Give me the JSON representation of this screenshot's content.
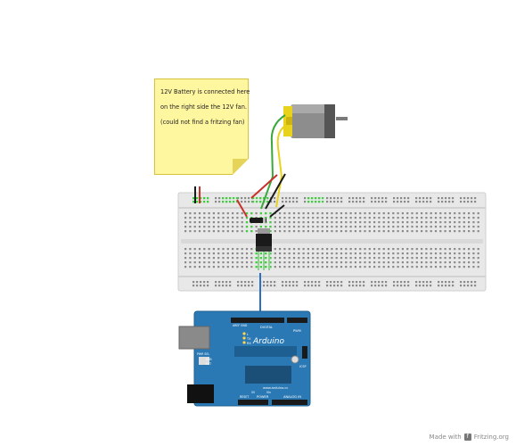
{
  "note": {
    "lines": [
      "12V Battery is connected here",
      "on the right side the 12V fan.",
      "(could not find a fritzing fan)"
    ]
  },
  "arduino": {
    "brand": "Arduino",
    "website": "www.arduino.cc",
    "digital_label": "DIGITAL",
    "power_label": "POWER",
    "analog_label": "ANALOG IN",
    "pwm_label": "PWM",
    "icsp_label": "ICSP",
    "tx_label": "TX",
    "rx_label": "RX",
    "l_label": "L",
    "pwr_sel_label": "PWR SEL",
    "usb_label": "USB",
    "ext_label": "EXT",
    "aref_label": "AREF",
    "gnd_label": "GND",
    "reset_label": "RESET",
    "v5_label": "5V",
    "vin_label": "Vin"
  },
  "watermark": {
    "made_with": "Made with",
    "brand": "Fritzing.org"
  },
  "colors": {
    "arduino_board": "#2a79b5",
    "breadboard": "#e8e8e8",
    "wire_red": "#c8302a",
    "wire_black": "#1a1a1a",
    "wire_green": "#3aa83a",
    "wire_yellow": "#e9d21b",
    "wire_blue": "#2b6fc4",
    "note_background": "#fff6a0"
  }
}
